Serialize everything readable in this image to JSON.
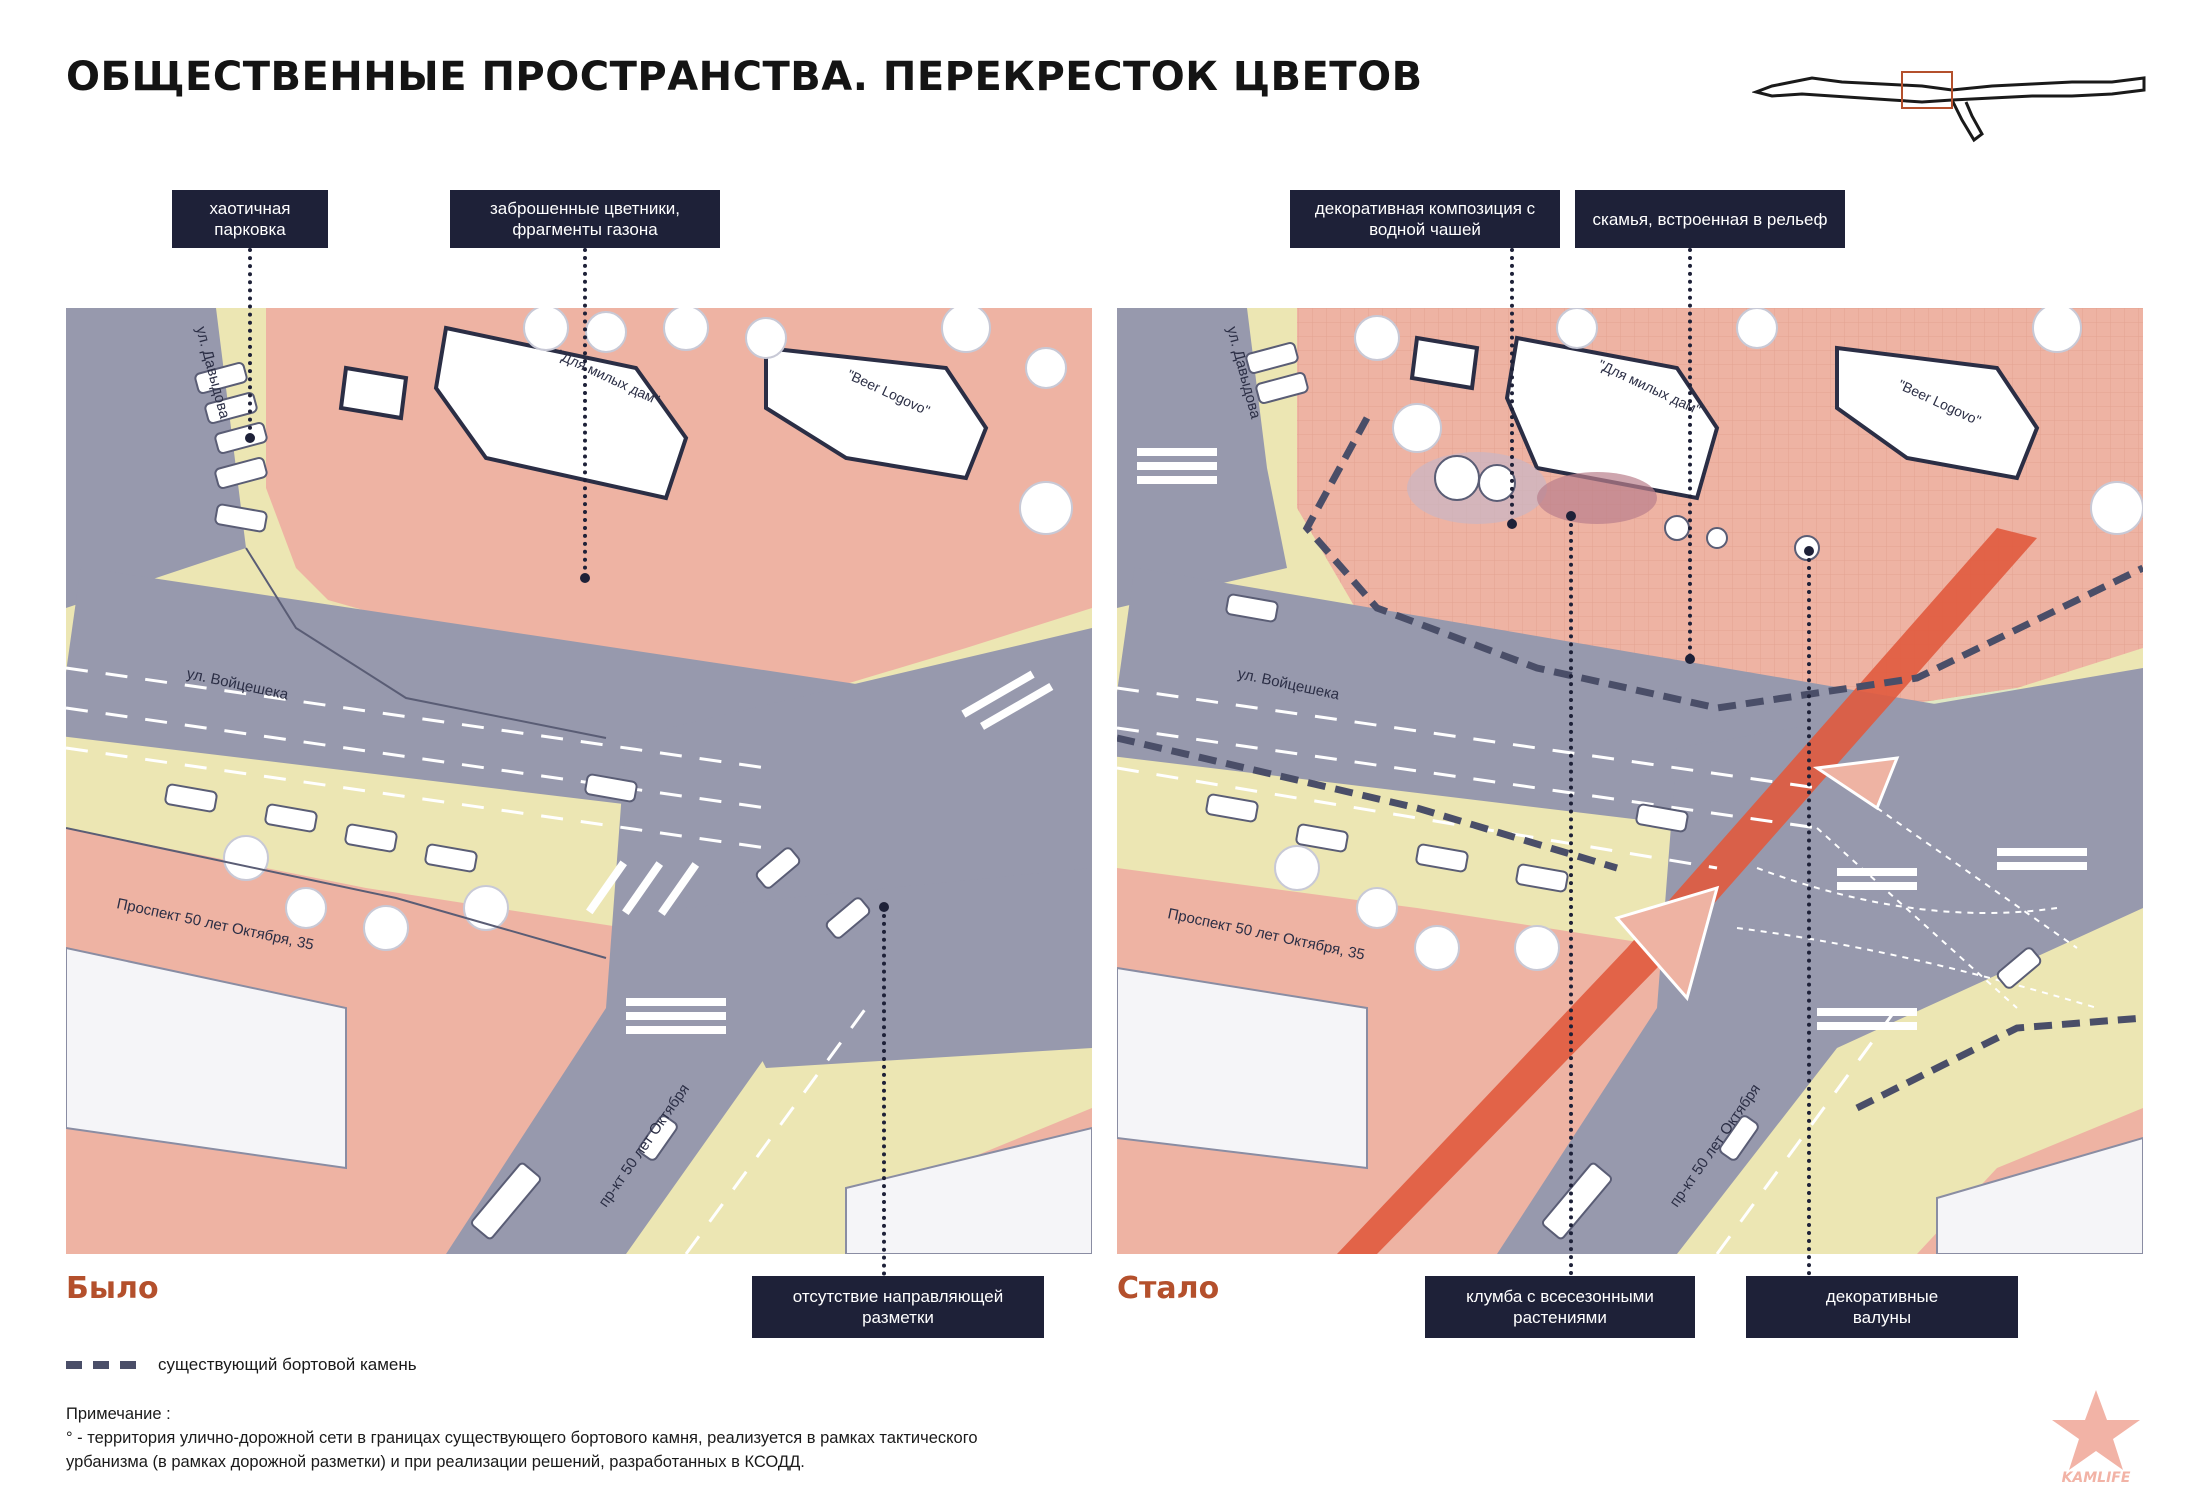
{
  "title": "ОБЩЕСТВЕННЫЕ ПРОСТРАНСТВА. ПЕРЕКРЕСТОК ЦВЕТОВ",
  "colors": {
    "navy": "#1e2138",
    "road": "#9799ad",
    "pavement": "#eeb3a3",
    "lawn": "#ece6b3",
    "bike_lane": "#e05a3e",
    "accent": "#b4502c"
  },
  "panels": {
    "before": {
      "label": "Было",
      "streets": {
        "davydova": "ул. Давыдова",
        "voyteshka": "ул. Войцешека",
        "prospekt_address": "Проспект 50 лет Октября, 35",
        "prospekt": "пр-кт 50 лет Октября"
      },
      "buildings": {
        "cafe": "\"Для милых дам\"",
        "bar": "\"Beer Logovo\""
      }
    },
    "after": {
      "label": "Стало",
      "streets": {
        "davydova": "ул. Давыдова",
        "voyteshka": "ул. Войцешека",
        "prospekt_address": "Проспект 50 лет Октября, 35",
        "prospekt": "пр-кт 50 лет Октября"
      },
      "buildings": {
        "cafe": "\"Для милых дам\"",
        "bar": "\"Beer Logovo\""
      }
    }
  },
  "callouts": {
    "chaotic_parking": "хаотичная\nпарковка",
    "abandoned_flowerbeds": "заброшенные цветники,\nфрагменты газона",
    "no_markings": "отсутствие направляющей\nразметки",
    "water_bowl": "декоративная композиция с\nводной чашей",
    "bench": "скамья, встроенная в рельеф",
    "flowerbed": "клумба с всесезонными\nрастениями",
    "boulders": "декоративные\nвалуны"
  },
  "legend": {
    "curb": "существующий бортовой камень"
  },
  "note": {
    "heading": "Примечание :",
    "line1": "° - территория улично-дорожной сети в границах существующего бортового камня, реализуется в рамках тактического",
    "line2": "урбанизма (в рамках дорожной разметки) и при реализации решений, разработанных в КСОДД."
  },
  "brand": "KAMLIFE"
}
